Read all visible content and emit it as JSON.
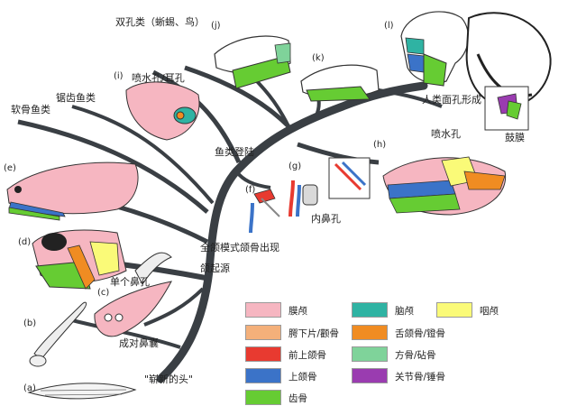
{
  "tree_labels": {
    "amniotes": "双孔类（蜥蜴、鸟）",
    "sharks": "软骨鱼类",
    "placoderms": "锯齿鱼类",
    "spiracle": "喷水孔/耳孔",
    "fish_to_land": "鱼类登陆",
    "spiracle2": "喷水孔",
    "internal_nostril": "内鼻孔",
    "human_face": "人类面孔形成",
    "eardrum": "鼓膜",
    "jaw_complex": "全颌模式颌骨出现",
    "jaw_origin": "颌起源",
    "single_nostril": "单个鼻孔",
    "paired_nasal": "成对鼻囊",
    "new_head": "\"崭新的头\""
  },
  "panel_letters": [
    "(a)",
    "(b)",
    "(c)",
    "(d)",
    "(e)",
    "(f)",
    "(g)",
    "(h)",
    "(i)",
    "(j)",
    "(k)",
    "(l)"
  ],
  "legend": [
    {
      "label": "膜颅",
      "color": "#f6b6c1"
    },
    {
      "label": "脑颅",
      "color": "#2fb3a3"
    },
    {
      "label": "咽颅",
      "color": "#fafa78"
    },
    {
      "label": "腭下片/颧骨",
      "color": "#f4b07a"
    },
    {
      "label": "舌颌骨/镫骨",
      "color": "#f08c22"
    },
    {
      "label": "前上颌骨",
      "color": "#e83a30"
    },
    {
      "label": "方骨/砧骨",
      "color": "#7fd39a"
    },
    {
      "label": "上颌骨",
      "color": "#3b73c8"
    },
    {
      "label": "关节骨/锤骨",
      "color": "#9a3cb0"
    },
    {
      "label": "齿骨",
      "color": "#66cc33"
    }
  ]
}
